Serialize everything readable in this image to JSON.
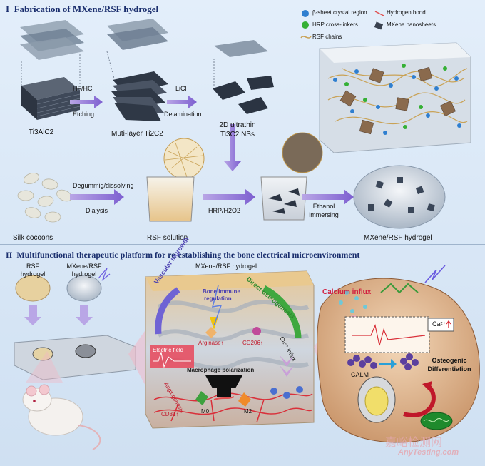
{
  "section1": {
    "numeral": "I",
    "title": "Fabrication of MXene/RSF hydrogel",
    "legend": [
      {
        "label": "β-sheet crystal region",
        "icon": "beta-sheet-icon"
      },
      {
        "label": "Hydrogen bond",
        "icon": "hydrogen-bond-icon"
      },
      {
        "label": "HRP cross-linkers",
        "icon": "hrp-crosslinker-icon"
      },
      {
        "label": "MXene nanosheets",
        "icon": "mxene-nanosheet-icon"
      },
      {
        "label": "RSF chains",
        "icon": "rsf-chain-icon"
      }
    ],
    "arrow1_top": "HF/HCl",
    "arrow1_bottom": "Etching",
    "arrow2_top": "LiCl",
    "arrow2_bottom": "Delamination",
    "material1": "Ti3AlC2",
    "material2": "Muti-layer Ti2C2",
    "material3_line1": "2D ultrathin",
    "material3_line2": "Ti3C2 NSs",
    "arrow3_top": "Degummig/dissolving",
    "arrow3_bottom": "Dialysis",
    "arrow4": "HRP/H2O2",
    "arrow5_line1": "Ethanol",
    "arrow5_line2": "immersing",
    "silk": "Silk cocoons",
    "rsf": "RSF solution",
    "hydrogel": "MXene/RSF hydrogel"
  },
  "section2": {
    "numeral": "II",
    "title": "Multifunctional therapeutic platform for re-establishing the bone electrical microenvironment",
    "rsf_line1": "RSF",
    "rsf_line2": "hydrogel",
    "mx_line1": "MXene/RSF",
    "mx_line2": "hydrogel",
    "center_title": "MXene/RSF hydrogel",
    "vascular": "Vascular ingrowth",
    "immune_line1": "Bone immune",
    "immune_line2": "regulation",
    "osteo": "Direct osteogenesis",
    "electric": "Electric field",
    "arginase": "Arginase↑",
    "cd206": "CD206↑",
    "macrophage": "Macrophage polarization",
    "angio": "Angiogenesis",
    "cd31": "CD31↑",
    "m0": "M0",
    "m2": "M2",
    "ca_influx": "Ca²⁺ influx",
    "calcium": "Calcium influx",
    "ca_box": "Ca²⁺",
    "calm": "CALM",
    "osteogenic_line1": "Osteogenic",
    "osteogenic_line2": "Differentiation"
  },
  "watermark": {
    "cn": "嘉峪检测网",
    "en": "AnyTesting.com"
  }
}
